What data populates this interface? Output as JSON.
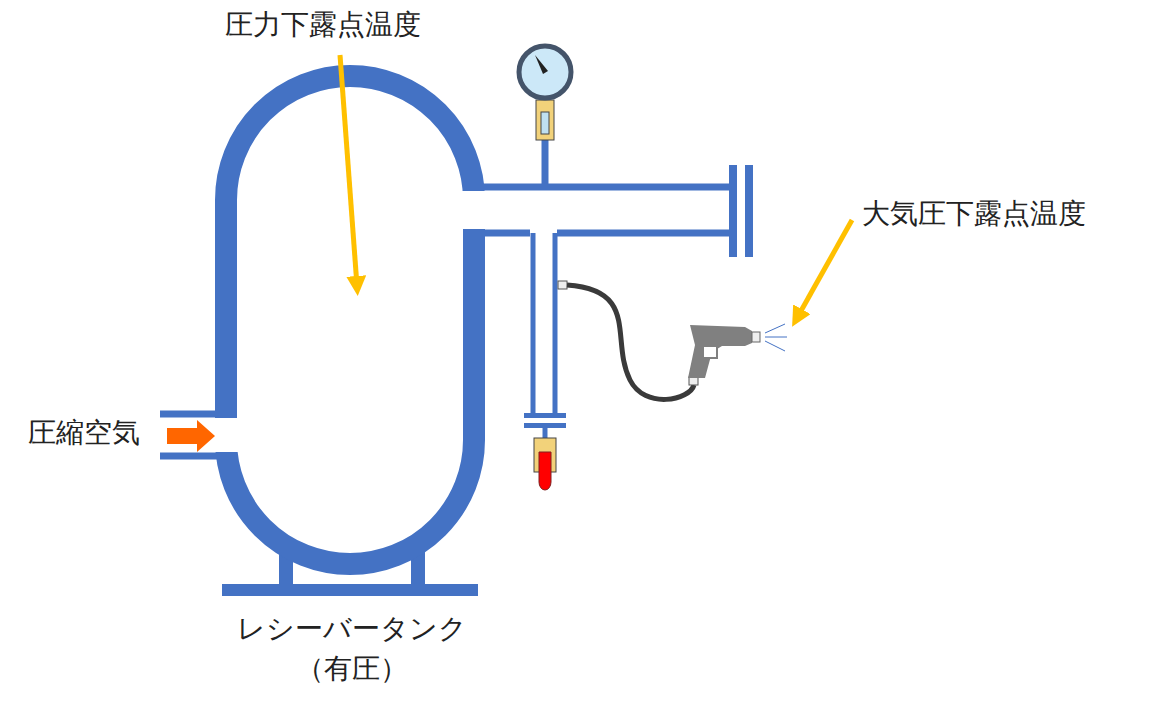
{
  "diagram": {
    "labels": [
      "圧力下露点温度",
      "大気圧下露点温度",
      "圧縮空気",
      "レシーバータンク",
      "（有圧）"
    ]
  }
}
